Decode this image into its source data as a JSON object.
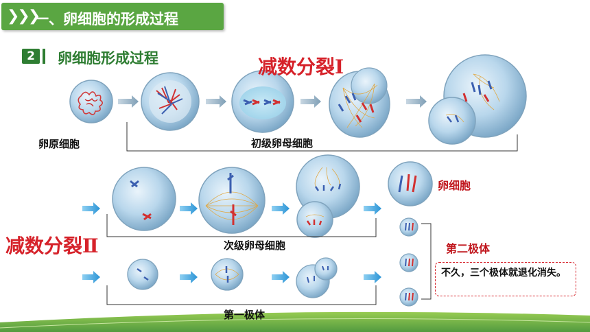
{
  "header": {
    "chevrons": "❯❯❯",
    "title": "一、卵细胞的形成过程"
  },
  "section": {
    "number": "2",
    "title": "卵细胞形成过程"
  },
  "stages": {
    "meiosis1": "减数分裂Ⅰ",
    "meiosis2": "减数分裂Ⅱ"
  },
  "labels": {
    "oogonium": "卵原细胞",
    "primary_oocyte": "初级卵母细胞",
    "secondary_oocyte": "次级卵母细胞",
    "first_polar_body": "第一极体",
    "egg": "卵细胞",
    "second_polar_body": "第二极体"
  },
  "note": "不久，三个极体就退化消失。",
  "colors": {
    "header_green": "#5aa642",
    "dark_green": "#2e7d32",
    "red": "#d6222a",
    "cell_blue": "#9cc3df"
  }
}
